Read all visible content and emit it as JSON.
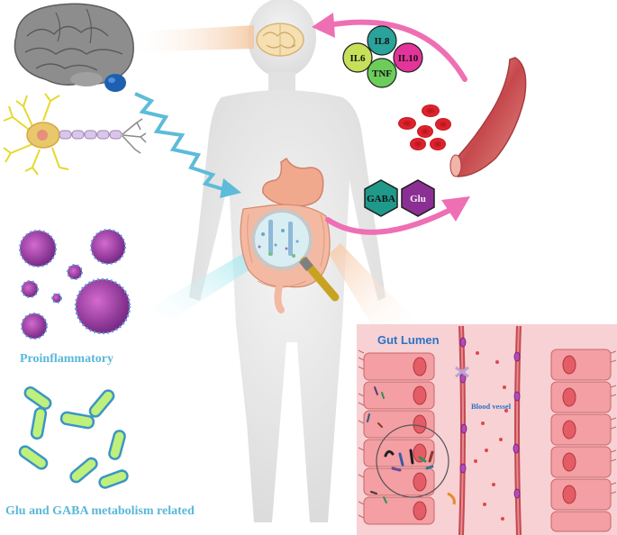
{
  "cytokines": [
    {
      "name": "IL8",
      "color": "#2aa39a"
    },
    {
      "name": "IL6",
      "color": "#c7e05a"
    },
    {
      "name": "IL10",
      "color": "#e3349a"
    },
    {
      "name": "TNF",
      "color": "#6ccd5b"
    }
  ],
  "metabolites": [
    {
      "name": "GABA",
      "color": "#1f9a8a"
    },
    {
      "name": "Glu",
      "color": "#8c2f95"
    }
  ],
  "labels": {
    "proinflammatory": "Proinflammatory",
    "glu_gaba": "Glu and GABA metabolism related",
    "gut_lumen": "Gut Lumen",
    "blood_vessel": "Blood vessel"
  },
  "colors": {
    "arrow_pink": "#ee6fb4",
    "zigzag_blue": "#5cbcd9",
    "label_blue": "#59b8d9",
    "lumen_blue": "#2a73c9",
    "virus_purple": "#a0409f",
    "bacteria_green": "#7ed36a"
  }
}
